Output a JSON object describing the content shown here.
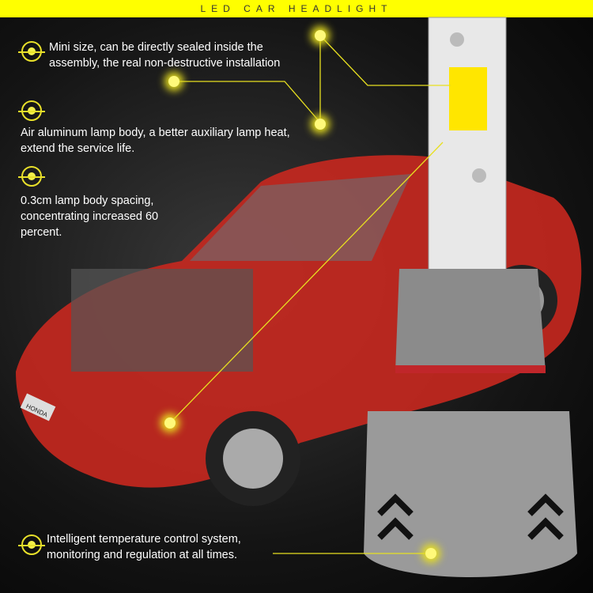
{
  "banner": {
    "title": "LED   CAR   HEADLIGHT"
  },
  "features": [
    {
      "text": "Mini size, can be directly sealed inside the assembly, the real non-destructive installation"
    },
    {
      "text": "Air aluminum lamp body, a better auxiliary lamp heat, extend the service life."
    },
    {
      "text": "0.3cm lamp body spacing, concentrating increased 60 percent."
    },
    {
      "text": "Intelligent temperature control system, monitoring and regulation at all times."
    }
  ],
  "car_badge": "HONDA",
  "colors": {
    "accent": "#ffff00",
    "car": "#d8302a"
  }
}
